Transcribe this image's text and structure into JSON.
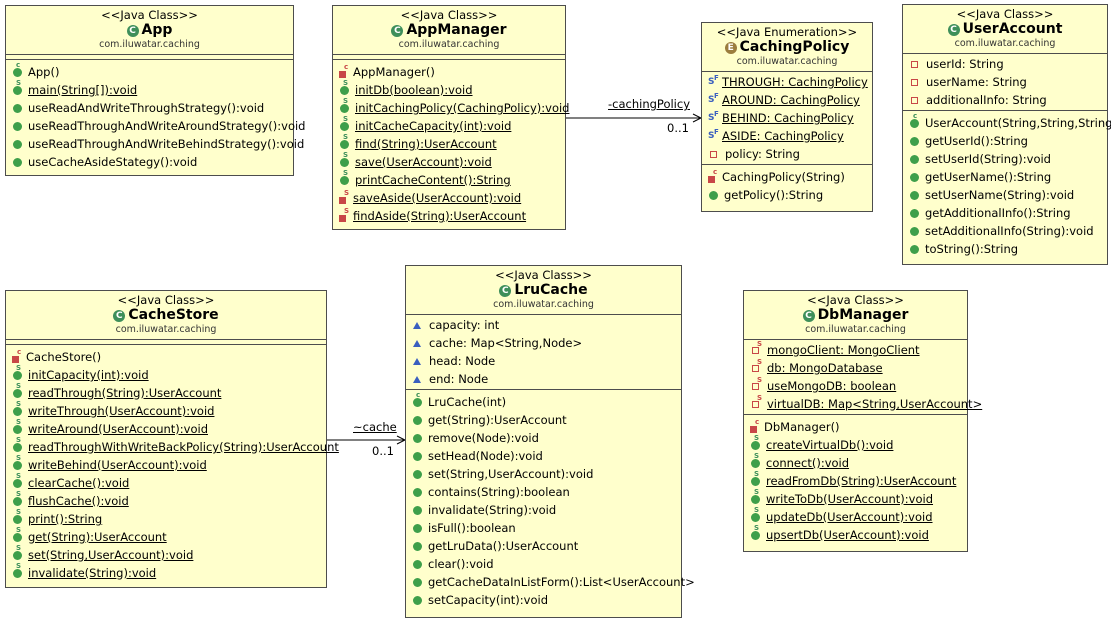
{
  "classes": {
    "app": {
      "stereotype": "<<Java Class>>",
      "name": "App",
      "package": "com.iluwatar.caching",
      "members": [],
      "methods": [
        "App()",
        "main(String[]):void",
        "useReadAndWriteThroughStrategy():void",
        "useReadThroughAndWriteAroundStrategy():void",
        "useReadThroughAndWriteBehindStrategy():void",
        "useCacheAsideStategy():void"
      ]
    },
    "appmanager": {
      "stereotype": "<<Java Class>>",
      "name": "AppManager",
      "package": "com.iluwatar.caching",
      "methods": [
        "AppManager()",
        "initDb(boolean):void",
        "initCachingPolicy(CachingPolicy):void",
        "initCacheCapacity(int):void",
        "find(String):UserAccount",
        "save(UserAccount):void",
        "printCacheContent():String",
        "saveAside(UserAccount):void",
        "findAside(String):UserAccount"
      ]
    },
    "cachingpolicy": {
      "stereotype": "<<Java Enumeration>>",
      "name": "CachingPolicy",
      "package": "com.iluwatar.caching",
      "fields": [
        "THROUGH: CachingPolicy",
        "AROUND: CachingPolicy",
        "BEHIND: CachingPolicy",
        "ASIDE: CachingPolicy",
        "policy: String"
      ],
      "methods": [
        "CachingPolicy(String)",
        "getPolicy():String"
      ]
    },
    "useraccount": {
      "stereotype": "<<Java Class>>",
      "name": "UserAccount",
      "package": "com.iluwatar.caching",
      "fields": [
        "userId: String",
        "userName: String",
        "additionalInfo: String"
      ],
      "methods": [
        "UserAccount(String,String,String)",
        "getUserId():String",
        "setUserId(String):void",
        "getUserName():String",
        "setUserName(String):void",
        "getAdditionalInfo():String",
        "setAdditionalInfo(String):void",
        "toString():String"
      ]
    },
    "cachestore": {
      "stereotype": "<<Java Class>>",
      "name": "CacheStore",
      "package": "com.iluwatar.caching",
      "methods": [
        "CacheStore()",
        "initCapacity(int):void",
        "readThrough(String):UserAccount",
        "writeThrough(UserAccount):void",
        "writeAround(UserAccount):void",
        "readThroughWithWriteBackPolicy(String):UserAccount",
        "writeBehind(UserAccount):void",
        "clearCache():void",
        "flushCache():void",
        "print():String",
        "get(String):UserAccount",
        "set(String,UserAccount):void",
        "invalidate(String):void"
      ]
    },
    "lrucache": {
      "stereotype": "<<Java Class>>",
      "name": "LruCache",
      "package": "com.iluwatar.caching",
      "fields": [
        "capacity: int",
        "cache: Map<String,Node>",
        "head: Node",
        "end: Node"
      ],
      "methods": [
        "LruCache(int)",
        "get(String):UserAccount",
        "remove(Node):void",
        "setHead(Node):void",
        "set(String,UserAccount):void",
        "contains(String):boolean",
        "invalidate(String):void",
        "isFull():boolean",
        "getLruData():UserAccount",
        "clear():void",
        "getCacheDataInListForm():List<UserAccount>",
        "setCapacity(int):void"
      ]
    },
    "dbmanager": {
      "stereotype": "<<Java Class>>",
      "name": "DbManager",
      "package": "com.iluwatar.caching",
      "fields": [
        "mongoClient: MongoClient",
        "db: MongoDatabase",
        "useMongoDB: boolean",
        "virtualDB: Map<String,UserAccount>"
      ],
      "methods": [
        "DbManager()",
        "createVirtualDb():void",
        "connect():void",
        "readFromDb(String):UserAccount",
        "writeToDb(UserAccount):void",
        "updateDb(UserAccount):void",
        "upsertDb(UserAccount):void"
      ]
    }
  },
  "associations": {
    "caching_policy": {
      "role": "-cachingPolicy",
      "multiplicity": "0..1"
    },
    "cache": {
      "role": "~cache",
      "multiplicity": "0..1"
    }
  },
  "colors": {
    "box_fill": "#ffffcc",
    "border": "#4d4d4d",
    "public": "#3e9f4a",
    "private": "#c84747",
    "protected": "#3a5fbf"
  }
}
